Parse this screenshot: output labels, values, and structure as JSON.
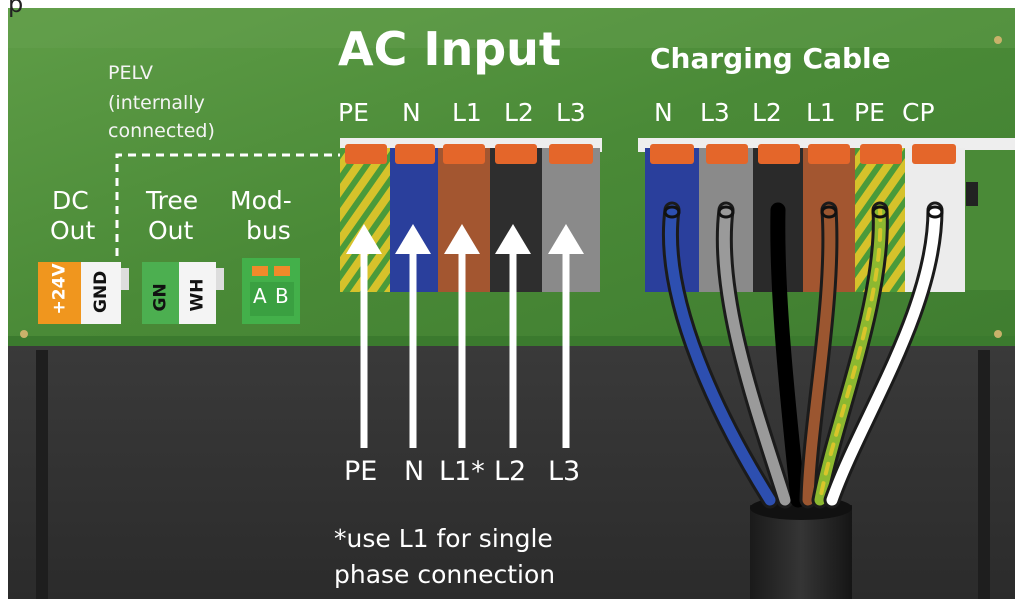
{
  "top_fragment": "p",
  "ac_input": {
    "title": "AC Input",
    "terminals": [
      "PE",
      "N",
      "L1",
      "L2",
      "L3"
    ]
  },
  "charging_cable": {
    "title": "Charging Cable",
    "terminals": [
      "N",
      "L3",
      "L2",
      "L1",
      "PE",
      "CP"
    ]
  },
  "pelv": {
    "line1": "PELV",
    "line2": "(internally",
    "line3": "connected)"
  },
  "dc_out": {
    "label_line1": "DC",
    "label_line2": "Out",
    "pin_plus": "+24V",
    "pin_gnd": "GND"
  },
  "tree_out": {
    "label_line1": "Tree",
    "label_line2": "Out",
    "pin_gn": "GN",
    "pin_wh": "WH"
  },
  "modbus": {
    "label_line1": "Mod-",
    "label_line2": "bus",
    "pin_a": "A",
    "pin_b": "B"
  },
  "arrow_labels": [
    "PE",
    "N",
    "L1*",
    "L2",
    "L3"
  ],
  "footnote": {
    "line1": "*use L1 for single",
    "line2": "phase connection"
  },
  "colors": {
    "board_green": "#4d8f3a",
    "dark_housing": "#2c2c2c",
    "orange_lever": "#e4662a",
    "blue": "#2a3f9c",
    "brown": "#a35630",
    "black": "#2a2a2a",
    "grey": "#8a8a8a",
    "white": "#ececec",
    "dc_orange": "#f0961e",
    "tree_green": "#4caf50"
  }
}
